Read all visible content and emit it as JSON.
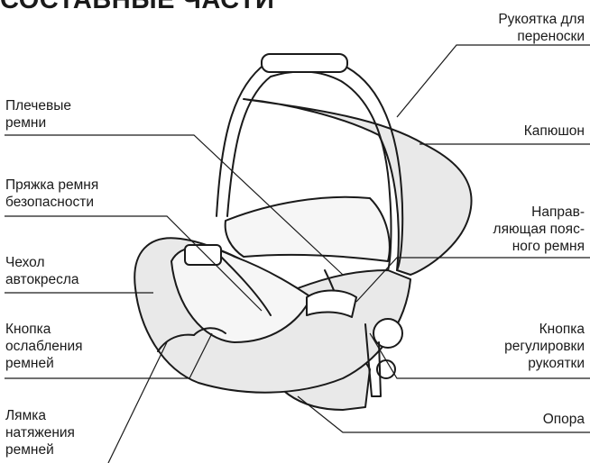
{
  "title": "СОСТАВНЫЕ ЧАСТИ",
  "labels": {
    "handle": "Рукоятка для\nпереноски",
    "hood": "Капюшон",
    "shoulder_straps": "Плечевые\nремни",
    "buckle": "Пряжка ремня\nбезопасности",
    "belt_guide": "Направ-\nляющая пояс-\nного ремня",
    "cover": "Чехол\nавтокресла",
    "release_button": "Кнопка\nослабления\nремней",
    "handle_adjust_button": "Кнопка\nрегулировки\nрукоятки",
    "tension_strap": "Лямка\nнатяжения\nремней",
    "base": "Опора"
  },
  "colors": {
    "line": "#1a1a1a",
    "seat_fill": "#e9e9e9",
    "inner_fill": "#f6f6f6",
    "background": "#ffffff"
  }
}
